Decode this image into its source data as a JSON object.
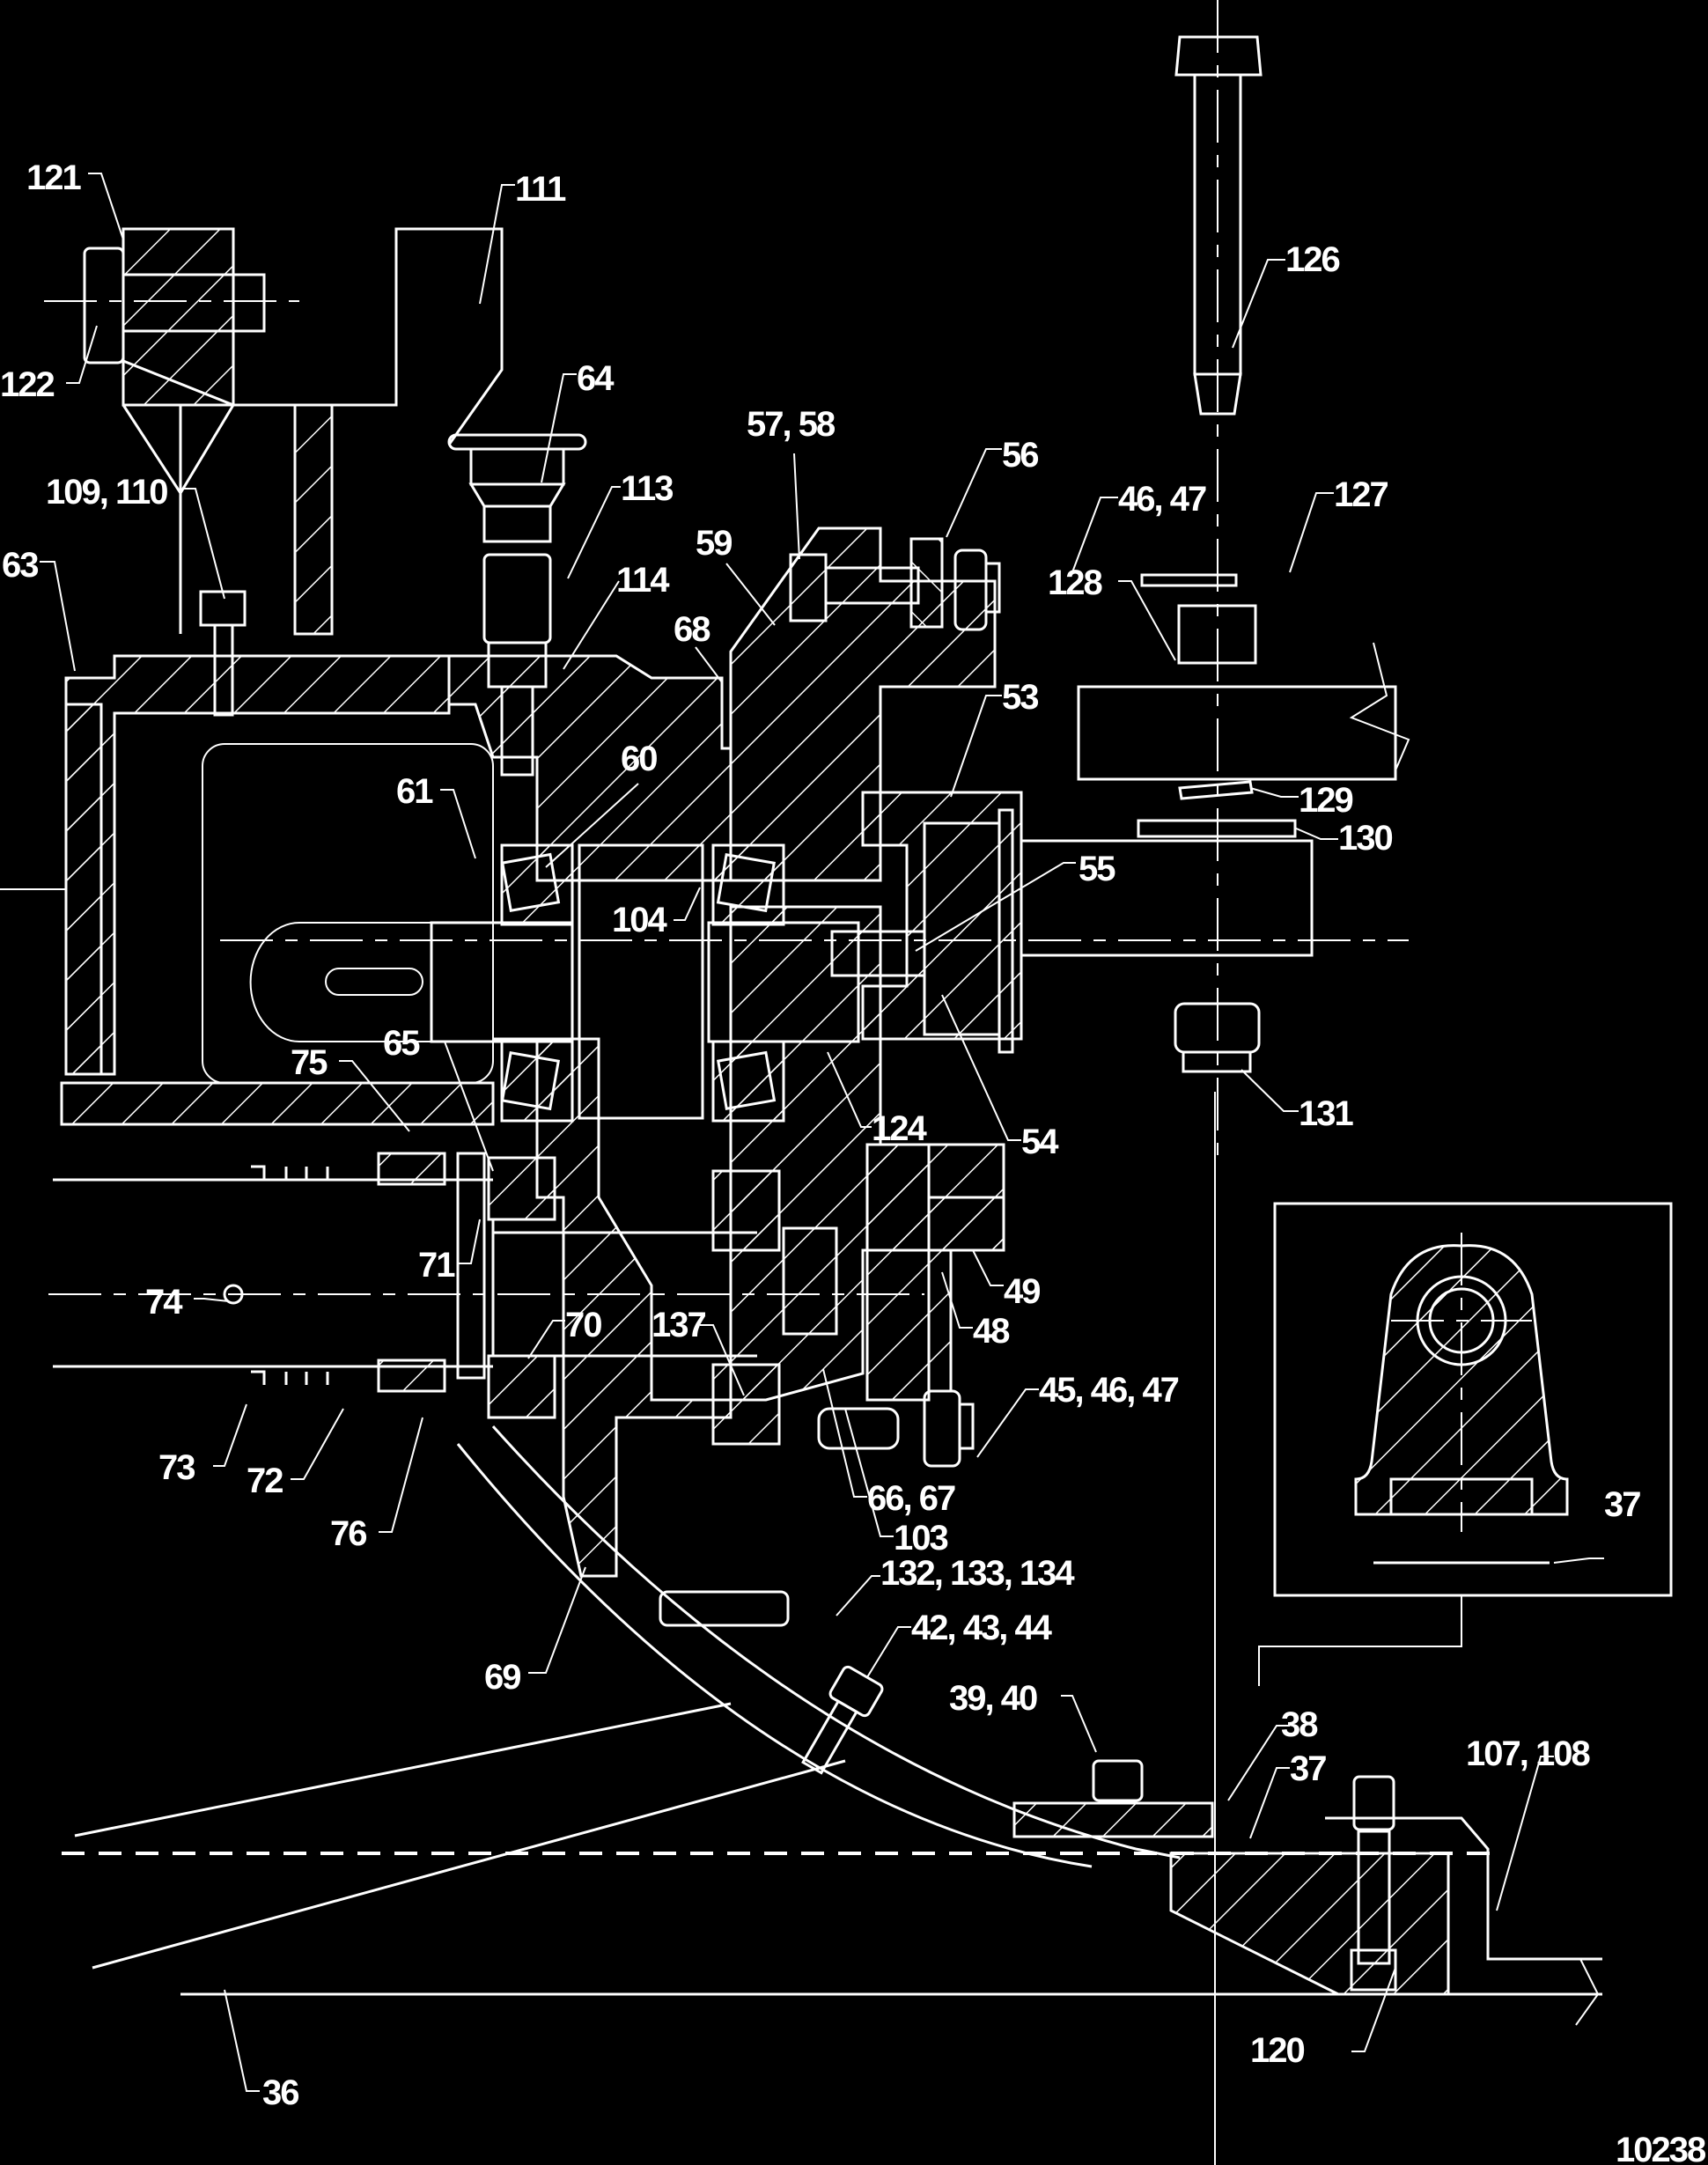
{
  "figure": {
    "title": "Gearbox / bearing housing sectional assembly drawing",
    "drawing_number": "10238",
    "background": "#000000",
    "line_color": "#ffffff"
  },
  "callouts": [
    {
      "id": "c121",
      "text": "121"
    },
    {
      "id": "c122",
      "text": "122"
    },
    {
      "id": "c111",
      "text": "111"
    },
    {
      "id": "c64",
      "text": "64"
    },
    {
      "id": "c109_110",
      "text": "109, 110"
    },
    {
      "id": "c63",
      "text": "63"
    },
    {
      "id": "c113",
      "text": "113"
    },
    {
      "id": "c114",
      "text": "114"
    },
    {
      "id": "c57_58",
      "text": "57, 58"
    },
    {
      "id": "c56",
      "text": "56"
    },
    {
      "id": "c46_47",
      "text": "46, 47"
    },
    {
      "id": "c126",
      "text": "126"
    },
    {
      "id": "c127",
      "text": "127"
    },
    {
      "id": "c128",
      "text": "128"
    },
    {
      "id": "c59",
      "text": "59"
    },
    {
      "id": "c68",
      "text": "68"
    },
    {
      "id": "c53",
      "text": "53"
    },
    {
      "id": "c60",
      "text": "60"
    },
    {
      "id": "c61",
      "text": "61"
    },
    {
      "id": "c129",
      "text": "129"
    },
    {
      "id": "c130",
      "text": "130"
    },
    {
      "id": "c55",
      "text": "55"
    },
    {
      "id": "c104",
      "text": "104"
    },
    {
      "id": "c124",
      "text": "124"
    },
    {
      "id": "c54",
      "text": "54"
    },
    {
      "id": "c131",
      "text": "131"
    },
    {
      "id": "c65",
      "text": "65"
    },
    {
      "id": "c75",
      "text": "75"
    },
    {
      "id": "c71",
      "text": "71"
    },
    {
      "id": "c74",
      "text": "74"
    },
    {
      "id": "c70",
      "text": "70"
    },
    {
      "id": "c137",
      "text": "137"
    },
    {
      "id": "c49",
      "text": "49"
    },
    {
      "id": "c48",
      "text": "48"
    },
    {
      "id": "c45_46_47",
      "text": "45, 46, 47"
    },
    {
      "id": "c73",
      "text": "73"
    },
    {
      "id": "c72",
      "text": "72"
    },
    {
      "id": "c76",
      "text": "76"
    },
    {
      "id": "c66_67",
      "text": "66, 67"
    },
    {
      "id": "c103",
      "text": "103"
    },
    {
      "id": "c132_133_134",
      "text": "132, 133, 134"
    },
    {
      "id": "c69",
      "text": "69"
    },
    {
      "id": "c42_43_44",
      "text": "42, 43, 44"
    },
    {
      "id": "c39_40",
      "text": "39, 40"
    },
    {
      "id": "c38",
      "text": "38"
    },
    {
      "id": "c37_detail",
      "text": "37"
    },
    {
      "id": "c37",
      "text": "37"
    },
    {
      "id": "c107_108",
      "text": "107, 108"
    },
    {
      "id": "c120",
      "text": "120"
    },
    {
      "id": "c36",
      "text": "36"
    }
  ]
}
